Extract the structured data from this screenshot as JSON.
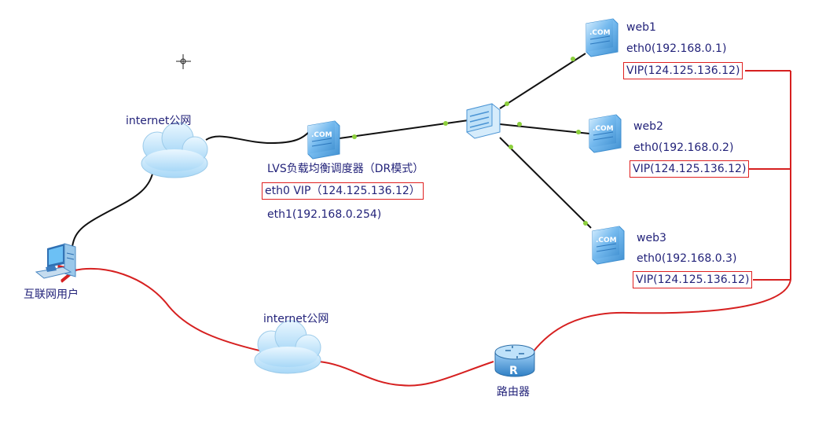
{
  "internet_top": {
    "label": "internet公网"
  },
  "internet_bottom": {
    "label": "internet公网"
  },
  "user": {
    "label": "互联网用户"
  },
  "lvs": {
    "title": "LVS负载均衡调度器（DR模式）",
    "eth0": "eth0 VIP（124.125.136.12）",
    "eth1": "eth1(192.168.0.254)",
    "icon_text": ".COM"
  },
  "servers": [
    {
      "name": "web1",
      "eth0": "eth0(192.168.0.1)",
      "vip": "VIP(124.125.136.12)",
      "icon_text": ".COM"
    },
    {
      "name": "web2",
      "eth0": "eth0(192.168.0.2)",
      "vip": "VIP(124.125.136.12)",
      "icon_text": ".COM"
    },
    {
      "name": "web3",
      "eth0": "eth0(192.168.0.3)",
      "vip": "VIP(124.125.136.12)",
      "icon_text": ".COM"
    }
  ],
  "router": {
    "label": "路由器",
    "icon_text": "R"
  },
  "colors": {
    "label_text": "#23237a",
    "highlight": "#e02020",
    "return_path": "#d62020",
    "link_line": "#111111",
    "port_dot": "#8ccf3c",
    "device_blue": "#5aa9e6",
    "cloud": "#bfe3fa"
  },
  "icons": [
    "cloud-icon",
    "workstation-icon",
    "server-icon",
    "switch-icon",
    "router-icon",
    "crosshair-cursor-icon"
  ]
}
